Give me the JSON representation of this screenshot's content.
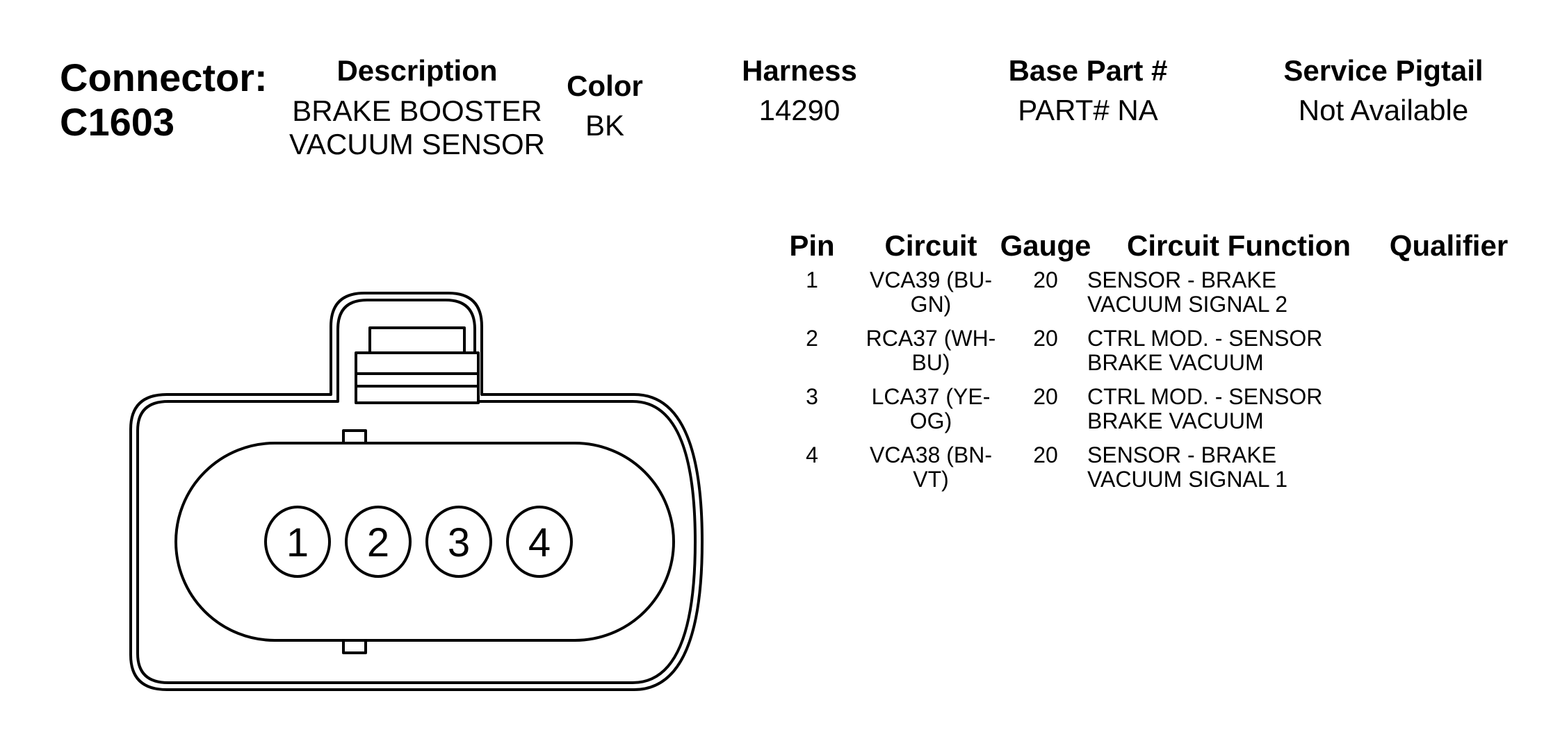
{
  "connector": {
    "label": "Connector:",
    "id": "C1603"
  },
  "description": {
    "header": "Description",
    "line1": "BRAKE BOOSTER",
    "line2": "VACUUM SENSOR"
  },
  "color": {
    "header": "Color",
    "value": "BK"
  },
  "harness": {
    "header": "Harness",
    "value": "14290"
  },
  "base_part": {
    "header": "Base Part #",
    "value": "PART# NA"
  },
  "service_pigtail": {
    "header": "Service Pigtail",
    "value": "Not Available"
  },
  "pin_table": {
    "headers": {
      "pin": "Pin",
      "circuit": "Circuit",
      "gauge": "Gauge",
      "function": "Circuit Function",
      "qualifier": "Qualifier"
    },
    "rows": [
      {
        "pin": "1",
        "circuit_line1": "VCA39 (BU-",
        "circuit_line2": "GN)",
        "gauge": "20",
        "function_line1": "SENSOR - BRAKE",
        "function_line2": "VACUUM SIGNAL 2",
        "qualifier": ""
      },
      {
        "pin": "2",
        "circuit_line1": "RCA37 (WH-",
        "circuit_line2": "BU)",
        "gauge": "20",
        "function_line1": "CTRL MOD. - SENSOR",
        "function_line2": "BRAKE VACUUM",
        "qualifier": ""
      },
      {
        "pin": "3",
        "circuit_line1": "LCA37 (YE-",
        "circuit_line2": "OG)",
        "gauge": "20",
        "function_line1": "CTRL MOD. - SENSOR",
        "function_line2": "BRAKE VACUUM",
        "qualifier": ""
      },
      {
        "pin": "4",
        "circuit_line1": "VCA38 (BN-",
        "circuit_line2": "VT)",
        "gauge": "20",
        "function_line1": "SENSOR - BRAKE",
        "function_line2": "VACUUM SIGNAL 1",
        "qualifier": ""
      }
    ]
  },
  "connector_face": {
    "pin_labels": [
      "1",
      "2",
      "3",
      "4"
    ]
  }
}
